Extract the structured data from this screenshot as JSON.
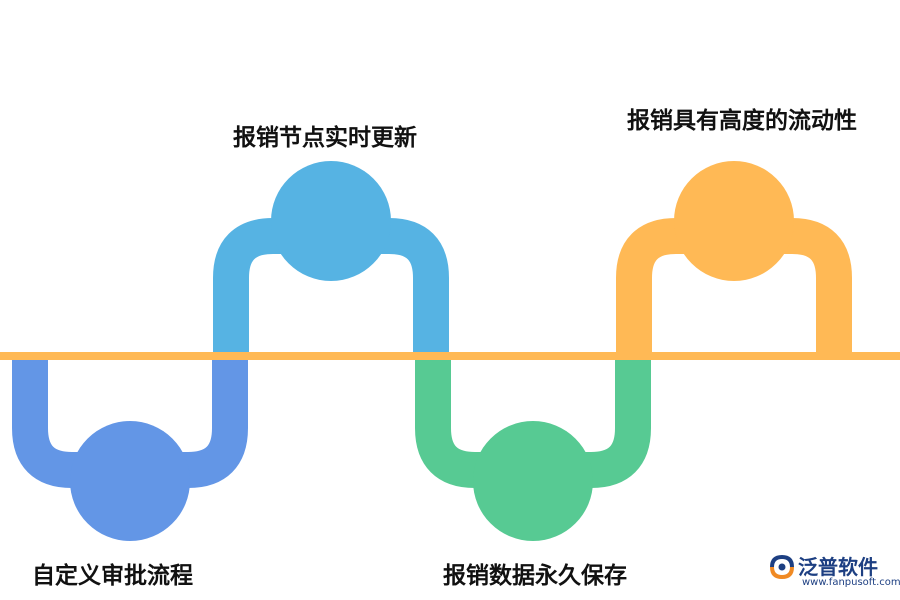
{
  "steps": [
    {
      "label": "自定义审批流程",
      "color": "#6396e6",
      "side": "below"
    },
    {
      "label": "报销节点实时更新",
      "color": "#56b3e3",
      "side": "above"
    },
    {
      "label": "报销数据永久保存",
      "color": "#57ca93",
      "side": "below"
    },
    {
      "label": "报销具有高度的流动性",
      "color": "#ffb955",
      "side": "above"
    }
  ],
  "timeline": {
    "color": "#ffb955"
  },
  "watermark": {
    "brand": "泛普软件",
    "url": "www.fanpusoft.com",
    "colors": {
      "blue": "#1d3f82",
      "orange": "#f08a24"
    }
  }
}
